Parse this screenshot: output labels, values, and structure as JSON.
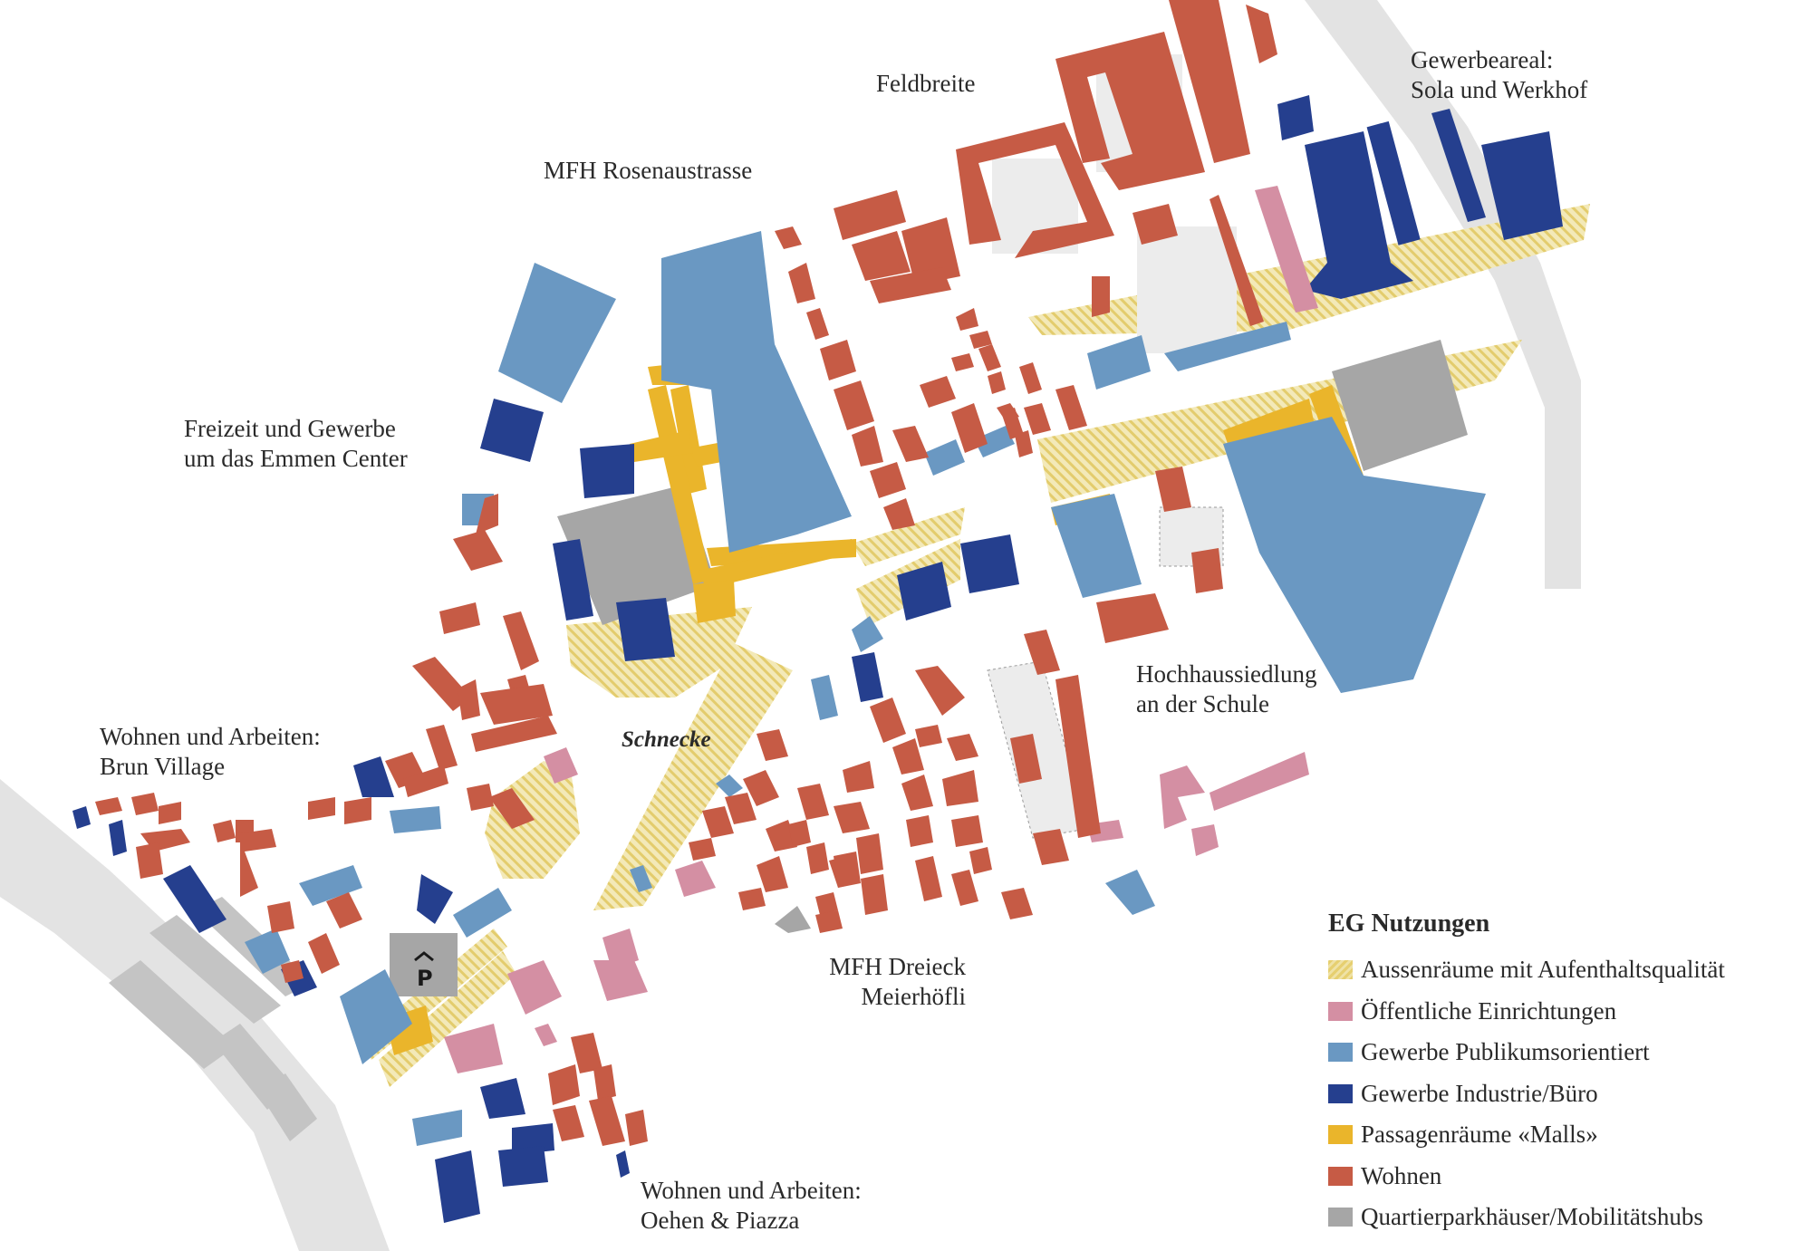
{
  "colors": {
    "aussen": "#efe2a6",
    "aussen_stripe": "#e6cf70",
    "oeffentlich": "#d48fa3",
    "publikum": "#6a98c2",
    "industrie": "#253f8e",
    "malls": "#eab52b",
    "wohnen": "#c65b45",
    "parking": "#a6a6a6",
    "road": "#e3e3e3",
    "courtyard": "#ececec"
  },
  "labels": {
    "feldbreite": "Feldbreite",
    "gewerbeareal_1": "Gewerbeareal:",
    "gewerbeareal_2": "Sola und Werkhof",
    "mfh_rosenau": "MFH Rosenaustrasse",
    "freizeit_1": "Freizeit und Gewerbe",
    "freizeit_2": "um das Emmen Center",
    "brun_1": "Wohnen und Arbeiten:",
    "brun_2": "Brun Village",
    "schnecke": "Schnecke",
    "hochhaus_1": "Hochhaussiedlung",
    "hochhaus_2": "an der Schule",
    "dreieck_1": "MFH Dreieck",
    "dreieck_2": "Meierhöfli",
    "oehen_1": "Wohnen und Arbeiten:",
    "oehen_2": "Oehen & Piazza",
    "parking_symbol": "P"
  },
  "legend": {
    "title": "EG Nutzungen",
    "items": [
      {
        "label": "Aussenräume mit Aufenthaltsqualität",
        "key": "aussen",
        "striped": true
      },
      {
        "label": "Öffentliche Einrichtungen",
        "key": "oeffentlich"
      },
      {
        "label": "Gewerbe Publikumsorientiert",
        "key": "publikum"
      },
      {
        "label": "Gewerbe Industrie/Büro",
        "key": "industrie"
      },
      {
        "label": "Passagenräume «Malls»",
        "key": "malls"
      },
      {
        "label": "Wohnen",
        "key": "wohnen"
      },
      {
        "label": "Quartierparkhäuser/Mobilitätshubs",
        "key": "parking"
      }
    ]
  }
}
